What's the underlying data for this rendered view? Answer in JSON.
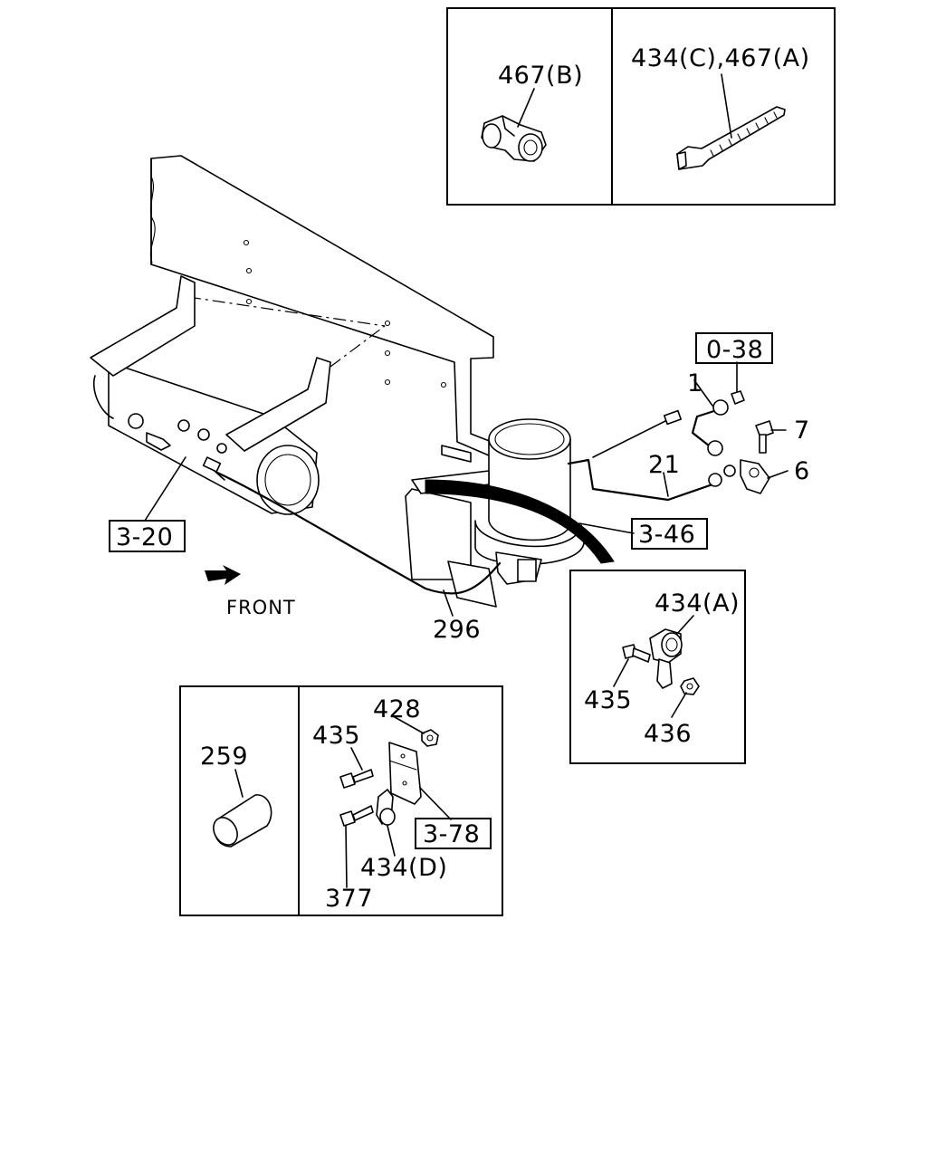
{
  "callouts": {
    "c467b": "467(B)",
    "c434c467a": "434(C),467(A)",
    "c038": "0-38",
    "c1": "1",
    "c7": "7",
    "c21": "21",
    "c6": "6",
    "c320": "3-20",
    "c346": "3-46",
    "front": "FRONT",
    "c296": "296",
    "c434a": "434(A)",
    "c435a": "435",
    "c436": "436",
    "c428": "428",
    "c435b": "435",
    "c259": "259",
    "c378": "3-78",
    "c434d": "434(D)",
    "c377": "377"
  }
}
